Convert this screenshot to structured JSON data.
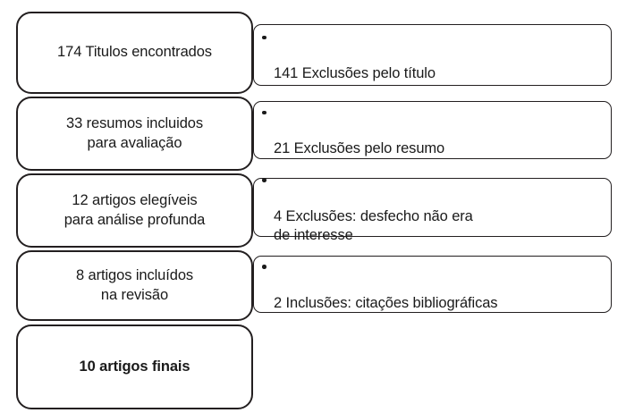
{
  "diagram": {
    "type": "prisma-flow-diagram",
    "language": "pt-BR",
    "colors": {
      "stroke": "#231f20",
      "text": "#1a1a1a",
      "background": "#ffffff"
    },
    "stages": [
      {
        "id": "titulos-encontrados",
        "label": "174 Titulos encontrados",
        "bold": false
      },
      {
        "id": "resumos-incluidos",
        "label": "33 resumos incluidos\npara avaliação",
        "bold": false
      },
      {
        "id": "artigos-elegiveis",
        "label": "12 artigos elegíveis\npara análise profunda",
        "bold": false
      },
      {
        "id": "artigos-incluidos",
        "label": "8 artigos incluídos\nna revisão",
        "bold": false
      },
      {
        "id": "artigos-finais",
        "label": "10 artigos finais",
        "bold": true
      }
    ],
    "notes": [
      {
        "id": "exclusoes-titulo",
        "bullet": "•",
        "text": "141 Exclusões pelo título"
      },
      {
        "id": "exclusoes-resumo",
        "bullet": "•",
        "text": "21 Exclusões pelo resumo"
      },
      {
        "id": "exclusoes-desfecho",
        "bullet": "•",
        "text": "4 Exclusões: desfecho não era\nde interesse"
      },
      {
        "id": "inclusoes-citacoes",
        "bullet": "•",
        "text": "2 Inclusões: citações bibliográficas"
      }
    ]
  }
}
